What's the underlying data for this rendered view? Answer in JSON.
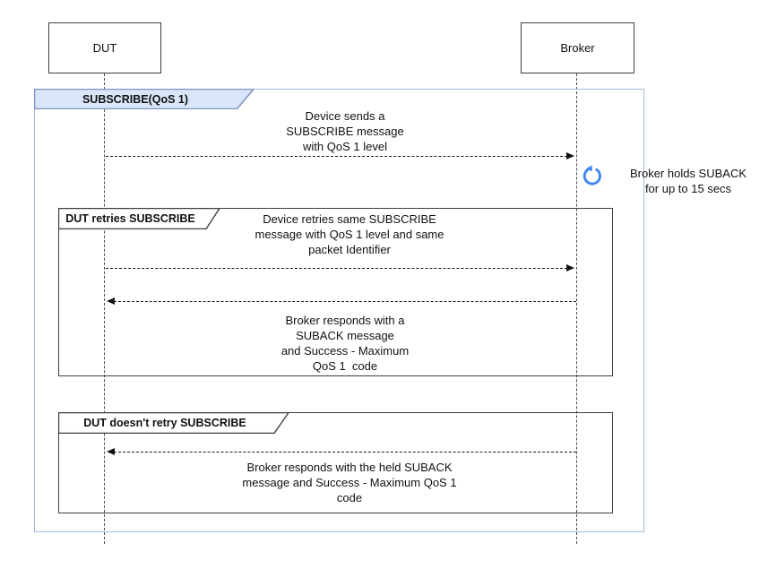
{
  "diagram": {
    "frame_label": "SUBSCRIBE(QoS 1)",
    "actors": [
      {
        "label": "DUT"
      },
      {
        "label": "Broker"
      }
    ],
    "flow1": {
      "message": "Device sends a\nSUBSCRIBE message\nwith QoS 1 level"
    },
    "note": {
      "text": "Broker holds SUBACK\nfor up to 15 secs"
    },
    "sections": [
      {
        "label": "DUT retries SUBSCRIBE",
        "request": "Device retries same SUBSCRIBE\nmessage with QoS 1 level and same\npacket Identifier",
        "response": "Broker responds with a\nSUBACK message\nand Success - Maximum\nQoS 1  code"
      },
      {
        "label": "DUT doesn't retry SUBSCRIBE",
        "response": "Broker responds with the held SUBACK\nmessage and Success - Maximum QoS 1\ncode"
      }
    ],
    "colors": {
      "accent_blue": "#4186f0",
      "fragment_fill": "#d9e5f8",
      "fragment_stroke": "#8094c2",
      "frame_stroke": "#a6b8dc"
    }
  }
}
